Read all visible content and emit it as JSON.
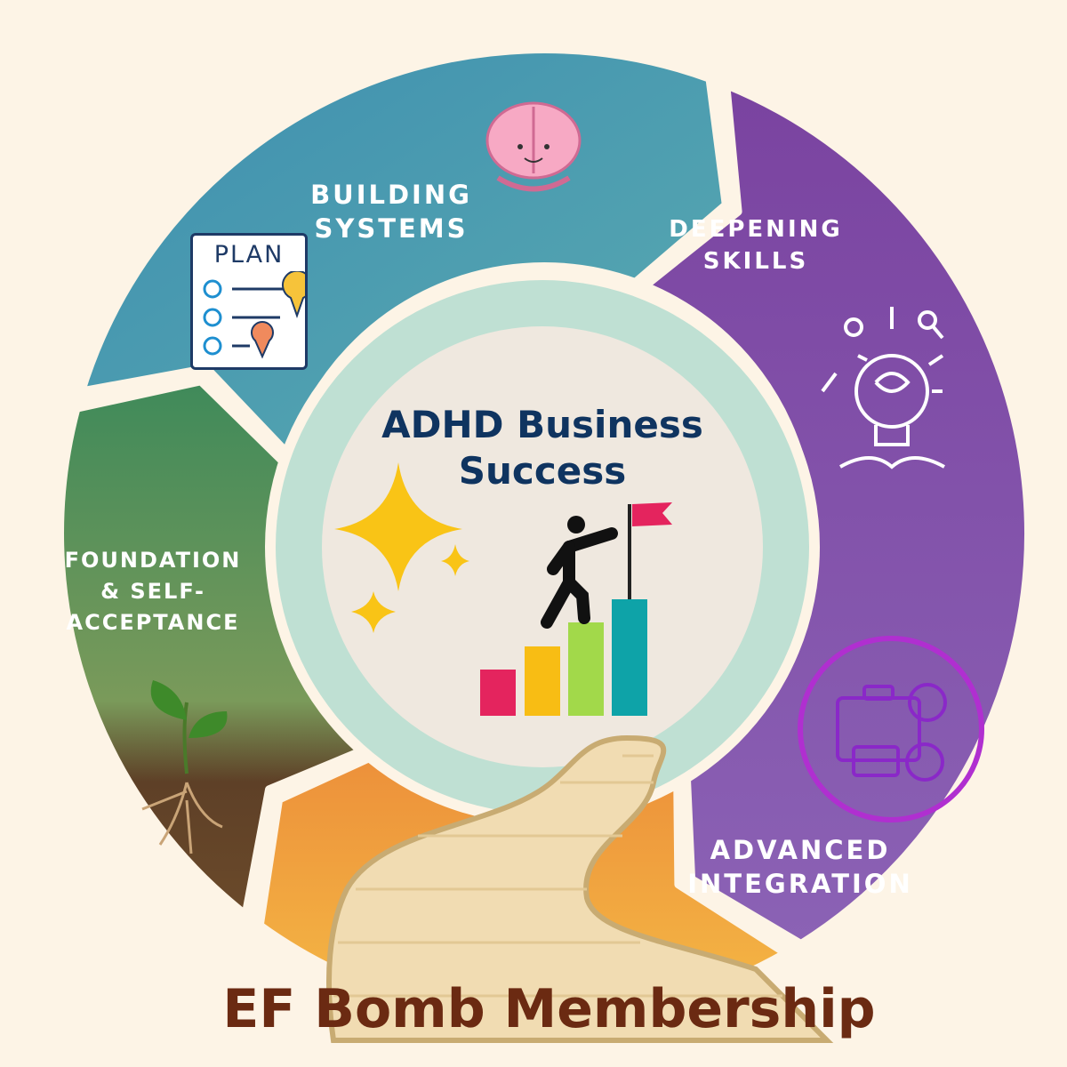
{
  "center": {
    "title_line1": "ADHD Business",
    "title_line2": "Success"
  },
  "stages": [
    {
      "label_line1": "BUILDING",
      "label_line2": "SYSTEMS",
      "color": "#4a9cb0",
      "icon": "brain-icon"
    },
    {
      "label_line1": "DEEPENING",
      "label_line2": "SKILLS",
      "color": "#7b4aa3",
      "icon": "lightbulb-brain-icon"
    },
    {
      "label_line1": "ADVANCED",
      "label_line2": "INTEGRATION",
      "color": "#f0a43c",
      "icon": "briefcase-icon"
    },
    {
      "label_line1": "FOUNDATION",
      "label_line2": "& SELF-",
      "label_line3": "ACCEPTANCE",
      "color": "#3f8a5a",
      "icon": "sprout-icon"
    }
  ],
  "plan_card": {
    "title": "PLAN"
  },
  "footer": {
    "title": "EF Bomb Membership"
  },
  "colors": {
    "background": "#fdf4e6",
    "title": "#0f3460",
    "footer": "#6b2a12",
    "mint_ring": "#bfe0d3",
    "inner": "#efe8df"
  }
}
